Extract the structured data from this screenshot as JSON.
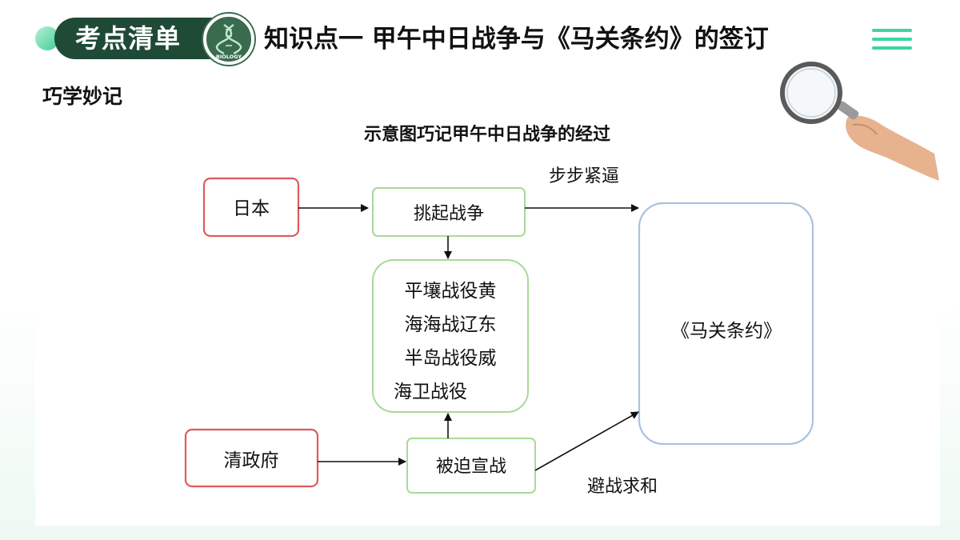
{
  "header": {
    "badge_label": "考点清单",
    "logo_text": "BIOLOGY",
    "title": "知识点一  甲午中日战争与《马关条约》的签订",
    "menu_icon": "hamburger-menu-icon",
    "logo_icon": "dna-icon"
  },
  "section_label": "巧学妙记",
  "diagram": {
    "title": "示意图巧记甲午中日战争的经过",
    "nodes": {
      "japan": "日本",
      "provoke": "挑起战争",
      "battles": [
        "平壤战役黄",
        "海海战辽东",
        "半岛战役威",
        "海卫战役"
      ],
      "qing": "清政府",
      "forced": "被迫宣战",
      "treaty": "《马关条约》"
    },
    "edge_labels": {
      "step_by_step": "步步紧逼",
      "avoid_war": "避战求和"
    }
  },
  "colors": {
    "pill_bg": "#1f4a35",
    "accent_green": "#3dd6a0",
    "red_border": "#e05a5a",
    "green_border": "#a9d99a",
    "blue_border": "#a9c2e0"
  }
}
